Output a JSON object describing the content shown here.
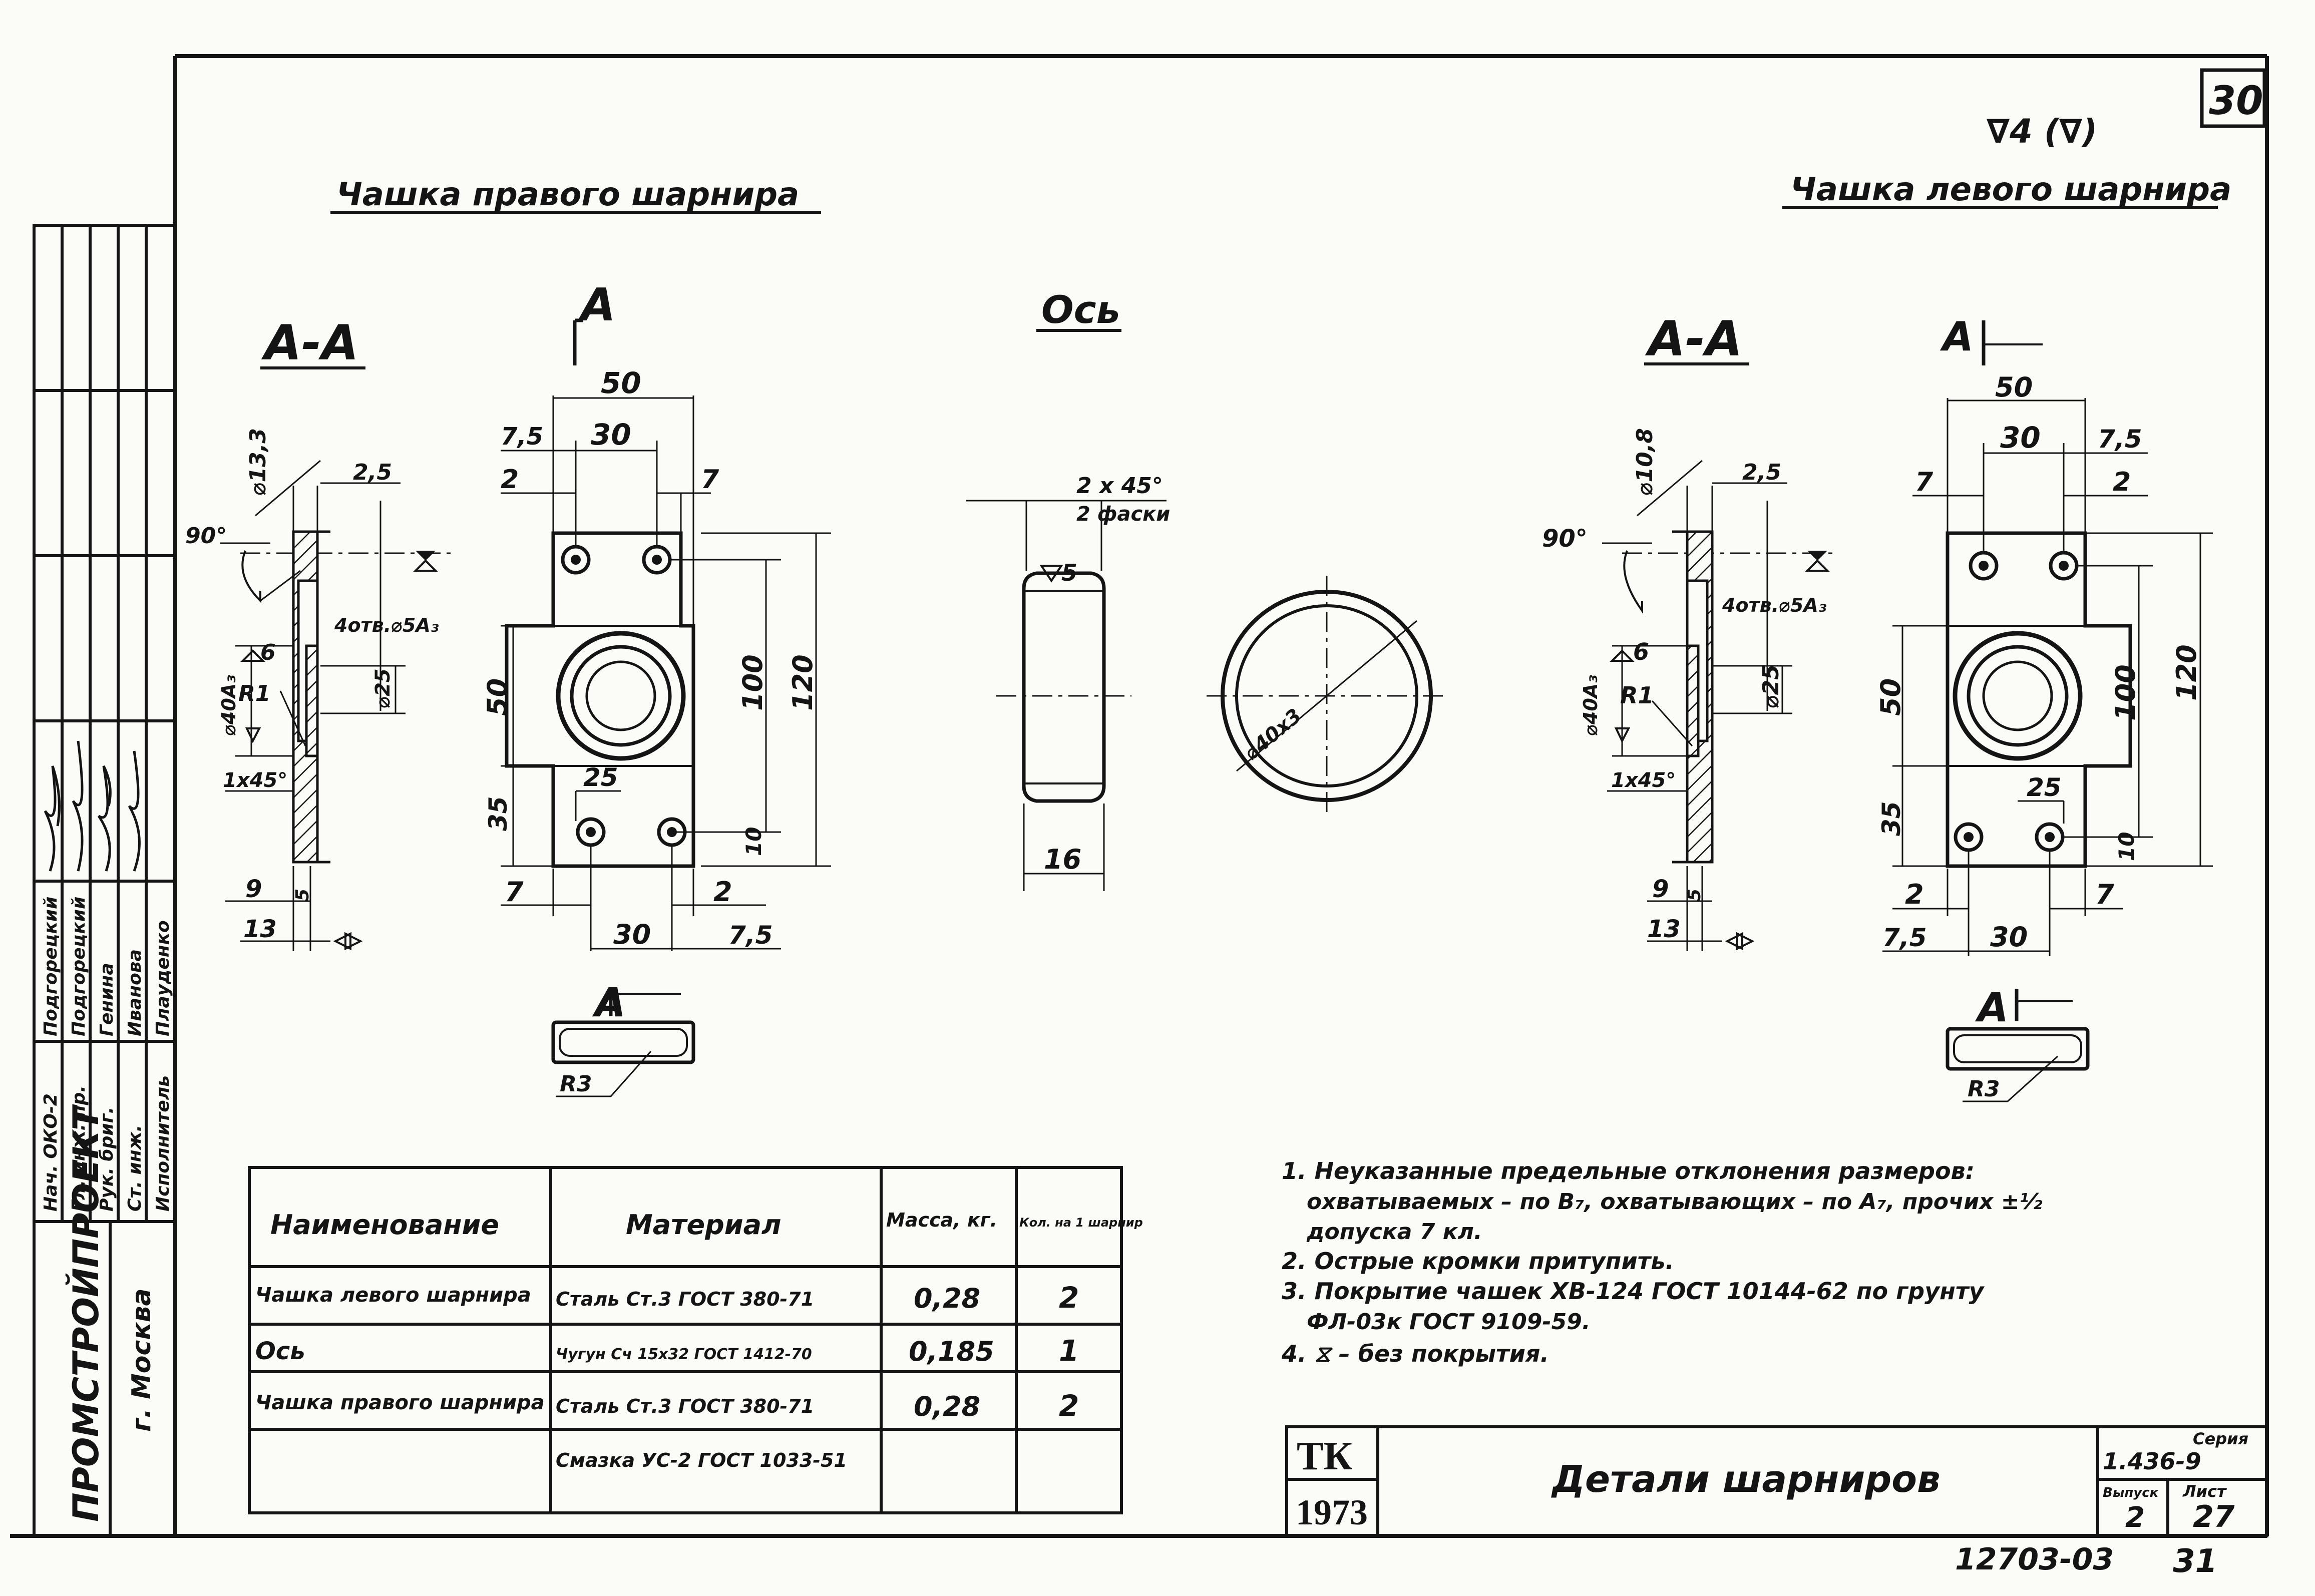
{
  "sheet": {
    "sheet_no_top": "30",
    "roughness": "∇4 (∇)",
    "bottom_code": "12703-03",
    "bottom_page": "31"
  },
  "left_part": {
    "title": "Чашка правого шарнира",
    "section_label": "А-А",
    "cut_mark_top": "А",
    "cut_mark_bottom": "А",
    "dims": {
      "dia_13_3": "⌀13,3",
      "angle_90": "90°",
      "d_2_5": "2,5",
      "holes": "4отв.⌀5А₃",
      "tri_6": "6",
      "r1": "R1",
      "dia_40": "⌀40А₃",
      "dia_25": "⌀25",
      "chamfer": "1x45°",
      "d_9": "9",
      "d_13": "13",
      "d_5": "5",
      "w_50": "50",
      "d_7_5_top": "7,5",
      "d_30_top": "30",
      "d_2_top": "2",
      "d_7_top": "7",
      "h_50": "50",
      "h_100": "100",
      "h_120": "120",
      "d_25": "25",
      "h_35": "35",
      "d_10": "10",
      "d_7_bot": "7",
      "d_2_bot": "2",
      "d_30_bot": "30",
      "d_7_5_bot": "7,5",
      "r3": "R3"
    }
  },
  "axle": {
    "title": "Ось",
    "chamfer_note_1": "2 x 45°",
    "chamfer_note_2": "2 фаски",
    "roughness": "5",
    "length": "16",
    "diameter": "⌀40x3"
  },
  "right_part": {
    "title": "Чашка левого шарнира",
    "section_label": "А-А",
    "cut_mark_top": "А",
    "cut_mark_bottom": "А",
    "dims": {
      "dia_10_8": "⌀10,8",
      "angle_90": "90°",
      "d_2_5": "2,5",
      "holes": "4отв.⌀5А₃",
      "tri_6": "6",
      "r1": "R1",
      "dia_40": "⌀40А₃",
      "dia_25": "⌀25",
      "chamfer": "1x45°",
      "d_9": "9",
      "d_13": "13",
      "d_5": "5",
      "w_50": "50",
      "d_30_top": "30",
      "d_7_5_top": "7,5",
      "d_7_top": "7",
      "d_2_top": "2",
      "h_50": "50",
      "h_100": "100",
      "h_120": "120",
      "d_25": "25",
      "h_35": "35",
      "d_10": "10",
      "d_2_bot": "2",
      "d_7_bot": "7",
      "d_7_5_bot": "7,5",
      "d_30_bot": "30",
      "r3": "R3"
    }
  },
  "spec_table": {
    "headers": [
      "Наименование",
      "Материал",
      "Масса, кг.",
      "Кол. на 1 шарнир"
    ],
    "rows": [
      [
        "Чашка левого шарнира",
        "Сталь Ст.3 ГОСТ 380-71",
        "0,28",
        "2"
      ],
      [
        "Ось",
        "Чугун Сч 15х32 ГОСТ 1412-70",
        "0,185",
        "1"
      ],
      [
        "Чашка правого шарнира",
        "Сталь Ст.3 ГОСТ 380-71",
        "0,28",
        "2"
      ],
      [
        "",
        "Смазка УС-2 ГОСТ 1033-51",
        "",
        ""
      ]
    ]
  },
  "notes": [
    "1. Неуказанные предельные отклонения размеров:",
    "охватываемых – по В₇, охватывающих – по А₇, прочих ±½",
    "допуска 7 кл.",
    "2. Острые кромки притупить.",
    "3. Покрытие чашек ХВ-124 ГОСТ 10144-62 по грунту",
    "ФЛ-03к ГОСТ 9109-59.",
    "4. ⧖ – без покрытия."
  ],
  "title_block": {
    "logo_1": "ТК",
    "logo_2": "1973",
    "title": "Детали шарниров",
    "series_label": "Серия",
    "series": "1.436-9",
    "issue_label": "Выпуск",
    "issue": "2",
    "sheet_label": "Лист",
    "sheet": "27"
  },
  "side_stamp": {
    "org": "ПРОМСТРОЙПРОЕКТ",
    "city": "г. Москва",
    "roles": [
      "Нач. ОКО-2",
      "Гл. инж. пр.",
      "Рук. бриг.",
      "Ст. инж.",
      "Исполнитель"
    ],
    "names": [
      "Подгорецкий",
      "Подгорецкий",
      "Генина",
      "Иванова",
      "Плауденко"
    ]
  }
}
